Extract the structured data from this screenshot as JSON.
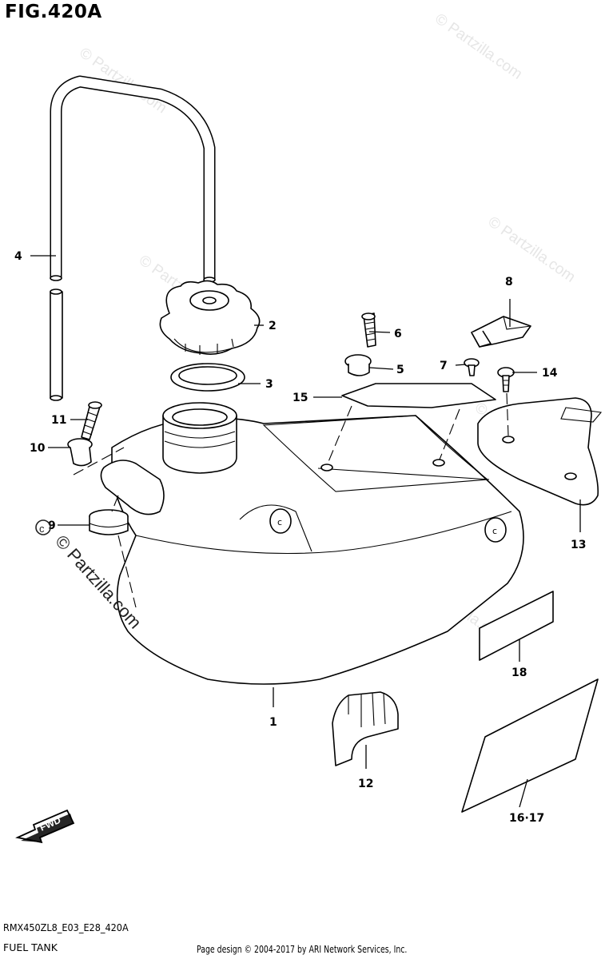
{
  "figure": {
    "title": "FIG.420A",
    "model_code": "RMX450ZL8_E03_E28_420A",
    "name": "FUEL TANK"
  },
  "footer": {
    "credit": "Page design © 2004-2017 by ARI Network Services, Inc."
  },
  "watermark": {
    "text": "© Partzilla.com"
  },
  "forward_label": "FWD",
  "callouts": {
    "c1": "1",
    "c2": "2",
    "c3": "3",
    "c4": "4",
    "c5": "5",
    "c6": "6",
    "c7": "7",
    "c8": "8",
    "c9": "9",
    "c10": "10",
    "c11": "11",
    "c12": "12",
    "c13": "13",
    "c14": "14",
    "c15": "15",
    "c16_17": "16·17",
    "c18": "18"
  }
}
